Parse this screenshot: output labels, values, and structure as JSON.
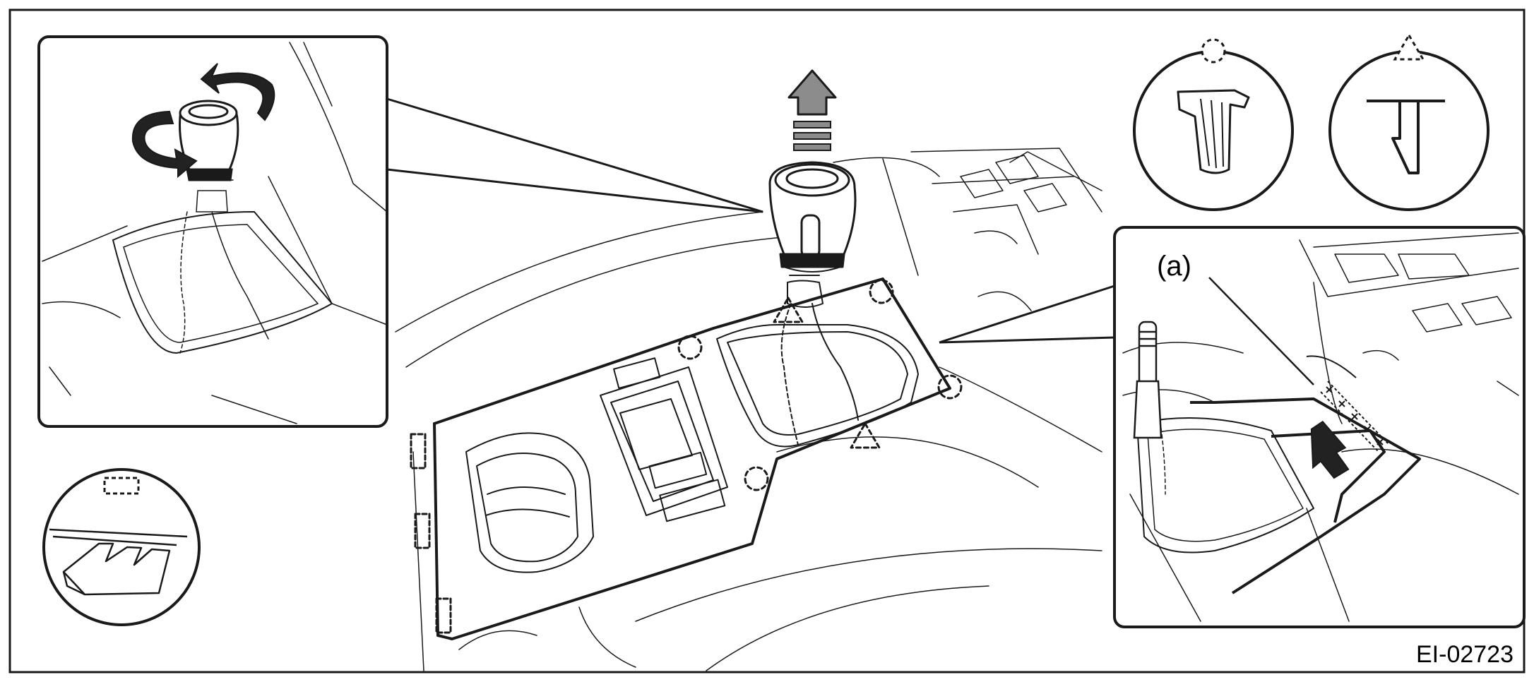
{
  "figure": {
    "code": "EI-02723",
    "callout_label": "(a)"
  },
  "legend": {
    "clip_symbol": "dashed-circle",
    "pawl_symbol": "dashed-triangle",
    "hook_symbol": "dashed-rectangle"
  },
  "icons": {
    "rotate": "rotate-arrows-icon",
    "pull_up": "up-arrow-icon",
    "pry": "pry-arrow-icon"
  },
  "colors": {
    "line": "#1a1a1a",
    "arrow_fill": "#8c8c8c",
    "dark_arrow": "#222222",
    "background": "#ffffff"
  }
}
